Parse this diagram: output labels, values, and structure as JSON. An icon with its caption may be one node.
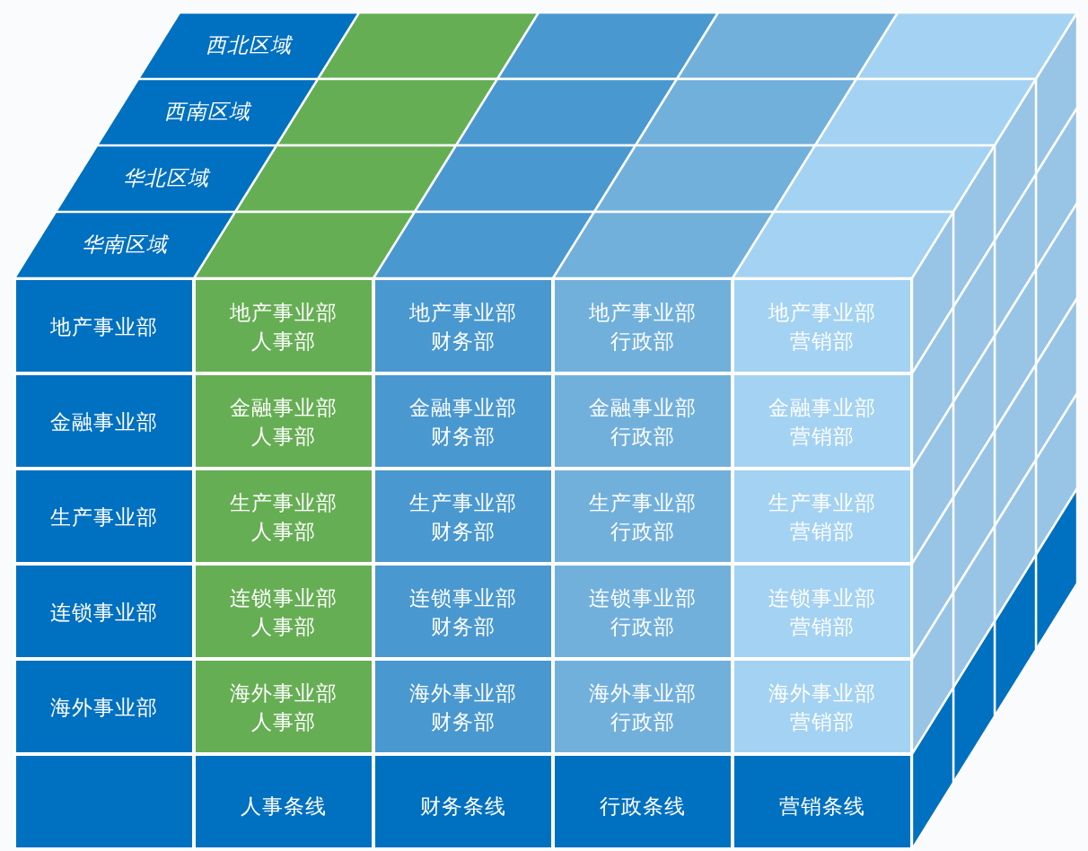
{
  "diagram": {
    "nodes": [
      {
        "text": [
          "西北区域"
        ]
      },
      {
        "text": [
          "西南区域"
        ]
      },
      {
        "text": [
          "华北区域"
        ]
      },
      {
        "text": [
          "华南区域"
        ]
      },
      {
        "text": [
          "地产事业部"
        ]
      },
      {
        "text": [
          "地产事业部",
          "人事部"
        ]
      },
      {
        "text": [
          "地产事业部",
          "财务部"
        ]
      },
      {
        "text": [
          "地产事业部",
          "行政部"
        ]
      },
      {
        "text": [
          "地产事业部",
          "营销部"
        ]
      },
      {
        "text": [
          "金融事业部"
        ]
      },
      {
        "text": [
          "金融事业部",
          "人事部"
        ]
      },
      {
        "text": [
          "金融事业部",
          "财务部"
        ]
      },
      {
        "text": [
          "金融事业部",
          "行政部"
        ]
      },
      {
        "text": [
          "金融事业部",
          "营销部"
        ]
      },
      {
        "text": [
          "生产事业部"
        ]
      },
      {
        "text": [
          "生产事业部",
          "人事部"
        ]
      },
      {
        "text": [
          "生产事业部",
          "财务部"
        ]
      },
      {
        "text": [
          "生产事业部",
          "行政部"
        ]
      },
      {
        "text": [
          "生产事业部",
          "营销部"
        ]
      },
      {
        "text": [
          "连锁事业部"
        ]
      },
      {
        "text": [
          "连锁事业部",
          "人事部"
        ]
      },
      {
        "text": [
          "连锁事业部",
          "财务部"
        ]
      },
      {
        "text": [
          "连锁事业部",
          "行政部"
        ]
      },
      {
        "text": [
          "连锁事业部",
          "营销部"
        ]
      },
      {
        "text": [
          "海外事业部"
        ]
      },
      {
        "text": [
          "海外事业部",
          "人事部"
        ]
      },
      {
        "text": [
          "海外事业部",
          "财务部"
        ]
      },
      {
        "text": [
          "海外事业部",
          "行政部"
        ]
      },
      {
        "text": [
          "海外事业部",
          "营销部"
        ]
      },
      {
        "text": [
          "人事条线"
        ]
      },
      {
        "text": [
          "财务条线"
        ]
      },
      {
        "text": [
          "行政条线"
        ]
      },
      {
        "text": [
          "营销条线"
        ]
      }
    ]
  }
}
